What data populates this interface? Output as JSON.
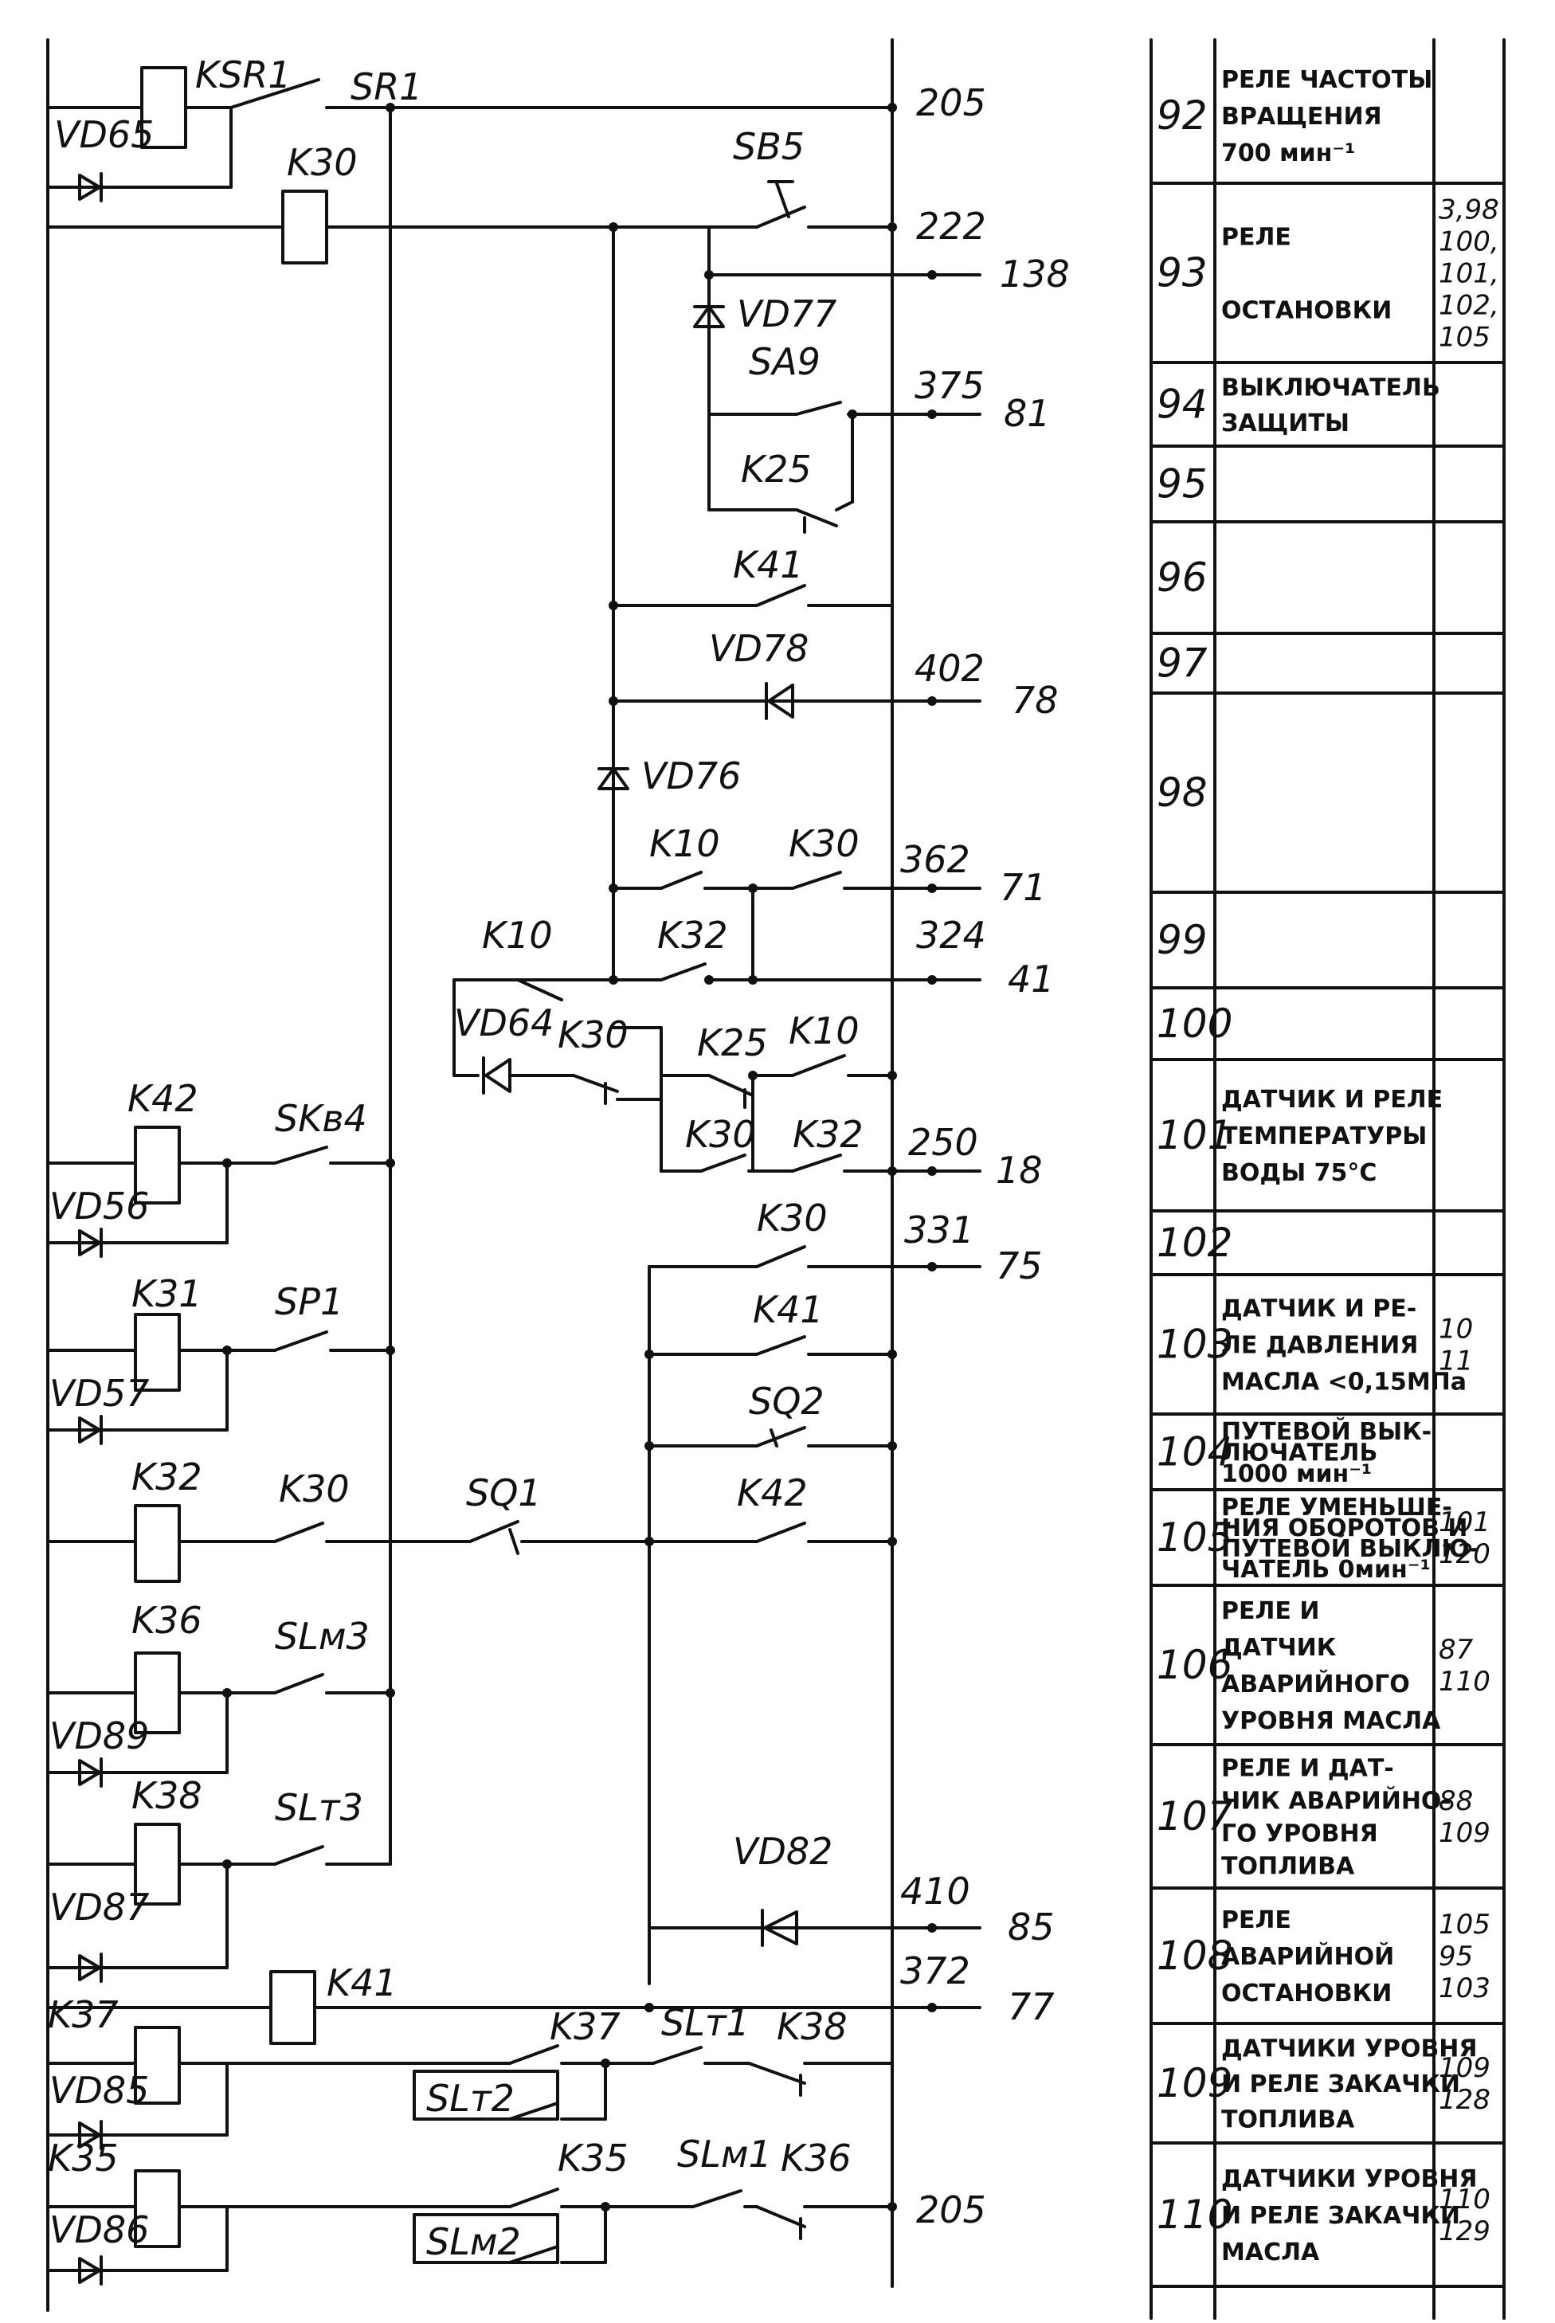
{
  "schematic": {
    "wires": {
      "w205": "205",
      "w222": "222",
      "w375": "375",
      "w402": "402",
      "w362": "362",
      "w324": "324",
      "w250": "250",
      "w331": "331",
      "w410": "410",
      "w372": "372",
      "w205b": "205"
    },
    "refs": {
      "r138": "138",
      "r81": "81",
      "r78": "78",
      "r71": "71",
      "r41": "41",
      "r18": "18",
      "r75": "75",
      "r85": "85",
      "r77": "77"
    },
    "components": {
      "ksr1": "KSR1",
      "sr1": "SR1",
      "vd65": "VD65",
      "k30_coil": "K30",
      "sb5": "SB5",
      "vd77": "VD77",
      "sa9": "SA9",
      "k25": "K25",
      "k41": "K41",
      "vd78": "VD78",
      "vd76": "VD76",
      "k10": "K10",
      "k30": "K30",
      "k32": "K32",
      "k10b": "K10",
      "vd64": "VD64",
      "k30b": "K30",
      "k25b": "K25",
      "k10c": "K10",
      "k30c": "K30",
      "k32b": "K32",
      "k42": "K42",
      "skv4": "SKв4",
      "vd56": "VD56",
      "k31": "K31",
      "sp1": "SP1",
      "vd57": "VD57",
      "k30d": "K30",
      "k41b": "K41",
      "sq2": "SQ2",
      "k32c": "K32",
      "k30e": "K30",
      "sq1": "SQ1",
      "k42b": "K42",
      "k36": "K36",
      "slm3": "SLм3",
      "vd89": "VD89",
      "k38": "K38",
      "slt3": "SLт3",
      "vd87": "VD87",
      "vd82": "VD82",
      "k41c": "K41",
      "k37": "K37",
      "vd85": "VD85",
      "slt2": "SLт2",
      "k37b": "K37",
      "slt1": "SLт1",
      "k38b": "K38",
      "k35": "K35",
      "vd86": "VD86",
      "slm2": "SLм2",
      "k35b": "K35",
      "slm1": "SLм1",
      "k36b": "K36"
    }
  },
  "table": {
    "rows": [
      {
        "num": "92",
        "desc": [
          "РЕЛЕ ЧАСТОТЫ",
          "ВРАЩЕНИЯ",
          "700 мин⁻¹"
        ],
        "refs": []
      },
      {
        "num": "93",
        "desc": [
          "РЕЛЕ",
          "",
          "ОСТАНОВКИ"
        ],
        "refs": [
          "3,98",
          "100,",
          "101,",
          "102,",
          "105"
        ]
      },
      {
        "num": "94",
        "desc": [
          "ВЫКЛЮЧАТЕЛЬ",
          "ЗАЩИТЫ"
        ],
        "refs": []
      },
      {
        "num": "95",
        "desc": [],
        "refs": []
      },
      {
        "num": "96",
        "desc": [],
        "refs": []
      },
      {
        "num": "97",
        "desc": [],
        "refs": []
      },
      {
        "num": "98",
        "desc": [],
        "refs": []
      },
      {
        "num": "99",
        "desc": [],
        "refs": []
      },
      {
        "num": "100",
        "desc": [],
        "refs": []
      },
      {
        "num": "101",
        "desc": [
          "ДАТЧИК И РЕЛЕ",
          "ТЕМПЕРАТУРЫ",
          "ВОДЫ 75°С"
        ],
        "refs": []
      },
      {
        "num": "102",
        "desc": [],
        "refs": []
      },
      {
        "num": "103",
        "desc": [
          "ДАТЧИК И РЕ-",
          "ЛЕ ДАВЛЕНИЯ",
          "МАСЛА <0,15МПа"
        ],
        "refs": [
          "10",
          "11"
        ]
      },
      {
        "num": "104",
        "desc": [
          "ПУТЕВОЙ ВЫК-",
          "ЛЮЧАТЕЛЬ",
          "1000 мин⁻¹"
        ],
        "refs": []
      },
      {
        "num": "105",
        "desc": [
          "РЕЛЕ УМЕНЬШЕ-",
          "НИЯ ОБОРОТОВ И",
          "ПУТЕВОЙ ВЫКЛЮ-",
          "ЧАТЕЛЬ 0мин⁻¹"
        ],
        "refs": [
          "101",
          "120"
        ]
      },
      {
        "num": "106",
        "desc": [
          "РЕЛЕ И",
          "ДАТЧИК",
          "АВАРИЙНОГО",
          "УРОВНЯ МАСЛА"
        ],
        "refs": [
          "87",
          "110"
        ]
      },
      {
        "num": "107",
        "desc": [
          "РЕЛЕ И ДАТ-",
          "ЧИК АВАРИЙНО-",
          "ГО УРОВНЯ",
          "ТОПЛИВА"
        ],
        "refs": [
          "88",
          "109"
        ]
      },
      {
        "num": "108",
        "desc": [
          "РЕЛЕ",
          "АВАРИЙНОЙ",
          "ОСТАНОВКИ"
        ],
        "refs": [
          "105",
          "95",
          "103"
        ]
      },
      {
        "num": "109",
        "desc": [
          "ДАТЧИКИ УРОВНЯ",
          "И РЕЛЕ ЗАКАЧКИ",
          "ТОПЛИВА"
        ],
        "refs": [
          "109",
          "128"
        ]
      },
      {
        "num": "110",
        "desc": [
          "ДАТЧИКИ УРОВНЯ",
          "И РЕЛЕ ЗАКАЧКИ",
          "МАСЛА"
        ],
        "refs": [
          "110",
          "129"
        ]
      }
    ]
  }
}
